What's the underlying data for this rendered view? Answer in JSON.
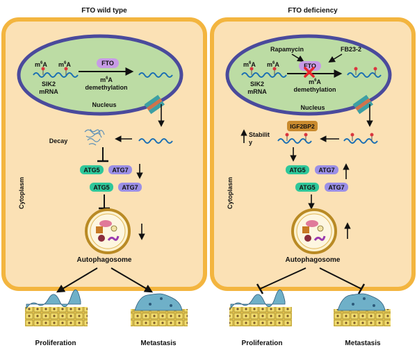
{
  "colors": {
    "cell_fill": "#fbe1b5",
    "cell_border": "#f3b53f",
    "nucleus_fill": "#bcdca4",
    "nucleus_border": "#4a4a9c",
    "fto_fill": "#c79be6",
    "atg5_fill": "#2ec79a",
    "atg7_fill": "#9b8fe6",
    "igf2bp2_fill": "#c98a2e",
    "rna_blue": "#1b6fb3",
    "m6a_red": "#d9363e",
    "inhibit_x": "#e8262c"
  },
  "panels": [
    {
      "title": "FTO wild type",
      "fto": "FTO",
      "m6a_left": "m",
      "m6a_sup": "6",
      "m6a_A": "A",
      "sik2_line1": "SIK2",
      "sik2_line2": "mRNA",
      "demeth_m": "m",
      "demeth_sup": "6",
      "demeth_rest": "A",
      "demeth_line2": "demethylation",
      "nucleus": "Nucleus",
      "decay": "Decay",
      "atg5": "ATG5",
      "atg7": "ATG7",
      "cytoplasm": "Cytoplasm",
      "autophagosome": "Autophagosome",
      "proliferation": "Proliferation",
      "metastasis": "Metastasis"
    },
    {
      "title": "FTO deficiency",
      "rapamycin": "Rapamycin",
      "fb23": "FB23-2",
      "fto": "FTO",
      "m6a_left": "m",
      "m6a_sup": "6",
      "m6a_A": "A",
      "sik2_line1": "SIK2",
      "sik2_line2": "mRNA",
      "demeth_m": "m",
      "demeth_sup": "6",
      "demeth_rest": "A",
      "demeth_line2": "demethylation",
      "nucleus": "Nucleus",
      "igf2bp2": "IGF2BP2",
      "stability_line1": "Stabilit",
      "stability_line2": "y",
      "atg5": "ATG5",
      "atg7": "ATG7",
      "cytoplasm": "Cytoplasm",
      "autophagosome": "Autophagosome",
      "proliferation": "Proliferation",
      "metastasis": "Metastasis"
    }
  ]
}
